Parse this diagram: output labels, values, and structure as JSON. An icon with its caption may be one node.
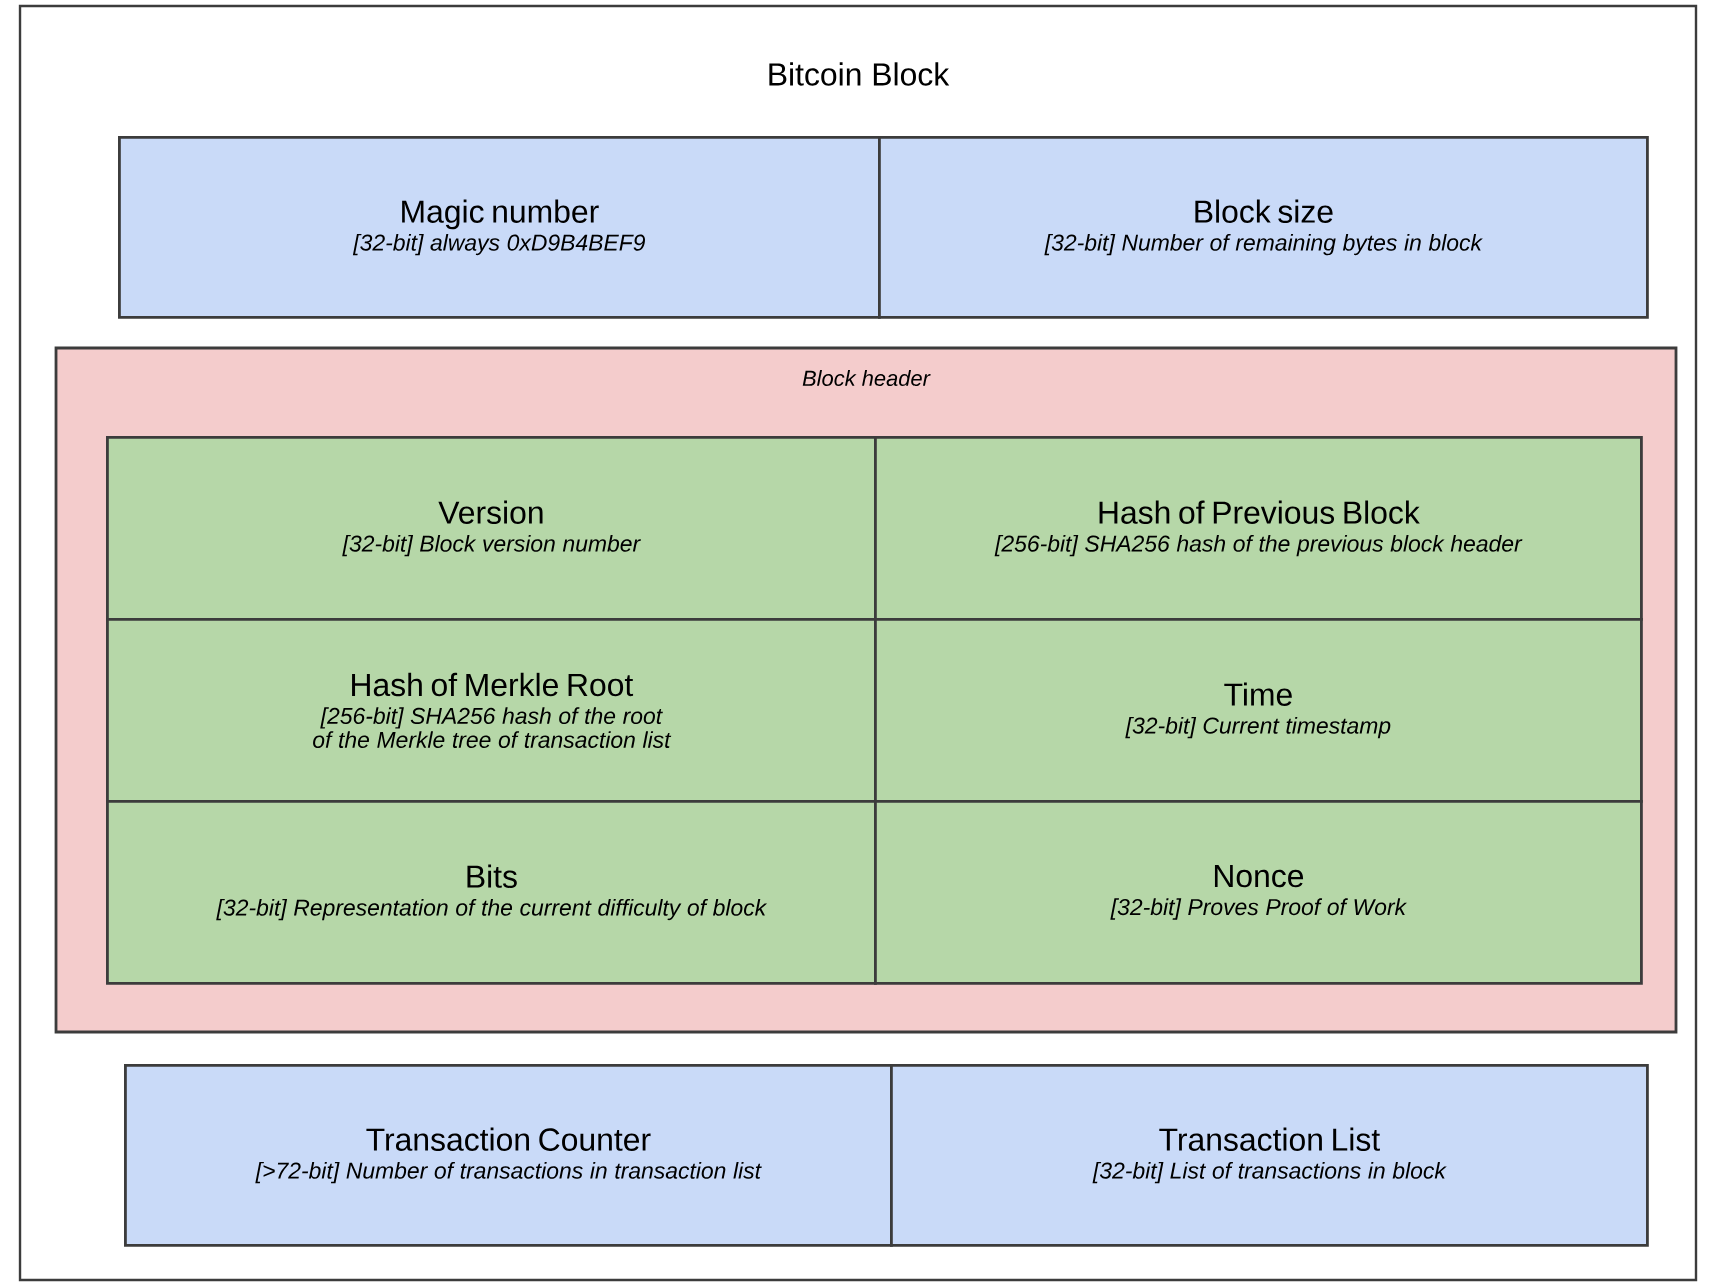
{
  "diagram": {
    "nodes": [
      {
        "text": [
          "Bitcoin Block"
        ]
      },
      {
        "text": [
          "Magic number",
          "[32-bit] always 0xD9B4BEF9"
        ],
        "in": 0
      },
      {
        "text": [
          "Block size",
          "[32-bit] Number of remaining bytes in block"
        ],
        "in": 0
      },
      {
        "text": [
          "Block header"
        ],
        "in": 0
      },
      {
        "text": [
          "Version",
          "[32-bit] Block version number"
        ],
        "in": 3
      },
      {
        "text": [
          "Hash of Previous Block",
          "[256-bit] SHA256 hash of the previous block header"
        ],
        "in": 3
      },
      {
        "text": [
          "Hash of Merkle Root",
          "[256-bit] SHA256 hash of the root of the Merkle tree of transaction list"
        ],
        "in": 3
      },
      {
        "text": [
          "Time",
          "[32-bit] Current timestamp"
        ],
        "in": 3
      },
      {
        "text": [
          "Bits",
          "[32-bit] Representation of the current difficulty of block"
        ],
        "in": 3
      },
      {
        "text": [
          "Nonce",
          "[32-bit] Proves Proof of Work"
        ],
        "in": 3
      },
      {
        "text": [
          "Transaction Counter",
          "[>72-bit] Number of transactions in transaction list"
        ],
        "in": 0
      },
      {
        "text": [
          "Transaction List",
          "[32-bit] List of transactions in block"
        ],
        "in": 0
      }
    ]
  }
}
